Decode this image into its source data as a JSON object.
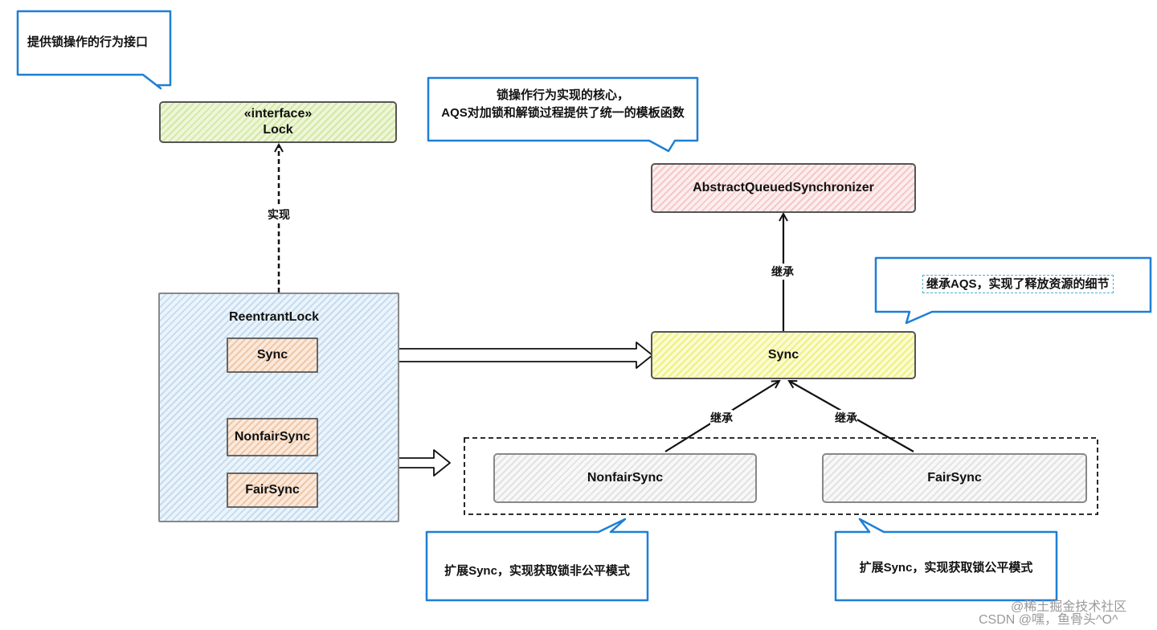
{
  "callouts": {
    "lock_note": "提供锁操作的行为接口",
    "aqs_note_line1": "锁操作行为实现的核心，",
    "aqs_note_line2": "AQS对加锁和解锁过程提供了统一的模板函数",
    "sync_note": "继承AQS，实现了释放资源的细节",
    "nonfair_note": "扩展Sync，实现获取锁非公平模式",
    "fair_note": "扩展Sync，实现获取锁公平模式"
  },
  "nodes": {
    "lock_stereotype": "«interface»",
    "lock_name": "Lock",
    "aqs": "AbstractQueuedSynchronizer",
    "sync": "Sync",
    "reentrant_lock": "ReentrantLock",
    "inner_sync": "Sync",
    "inner_nonfair": "NonfairSync",
    "inner_fair": "FairSync",
    "nonfair_sync": "NonfairSync",
    "fair_sync": "FairSync"
  },
  "edges": {
    "implements": "实现",
    "inherit_aqs": "继承",
    "inherit_nonfair": "继承",
    "inherit_fair": "继承"
  },
  "watermark": {
    "line1": "@稀土掘金技术社区",
    "line2": "CSDN @嘿，鱼骨头^O^"
  },
  "colors": {
    "callout_border": "#1e7fd6",
    "lock_fill": "#d3e8a6",
    "aqs_fill": "#f5c8c8",
    "sync_fill": "#eff080",
    "reentrant_fill": "#c4dcf0",
    "inner_fill": "#efc8a8"
  }
}
